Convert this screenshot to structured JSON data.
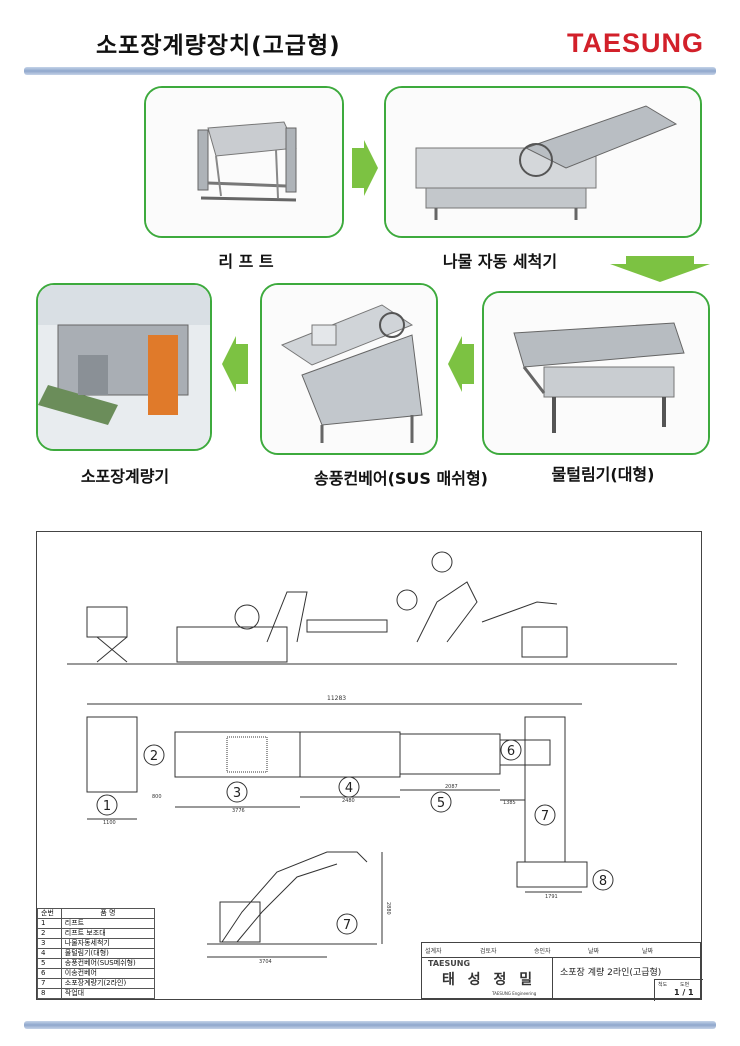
{
  "header": {
    "title": "소포장계량장치(고급형)",
    "logo": "TAESUNG"
  },
  "steps": [
    {
      "label": "리 프 트"
    },
    {
      "label": "나물 자동 세척기"
    },
    {
      "label": "물털림기(대형)"
    },
    {
      "label": "송풍컨베어(SUS 매쉬형)"
    },
    {
      "label": "소포장계량기"
    }
  ],
  "drawing": {
    "dimensions": {
      "total": "11283",
      "d1": "1100",
      "d2": "800",
      "d3": "3776",
      "d4": "2480",
      "d5": "2087",
      "d6": "1385",
      "d7": "1791",
      "d8": "3704",
      "d9": "2880"
    },
    "markers": [
      "1",
      "2",
      "3",
      "4",
      "5",
      "6",
      "7",
      "8"
    ],
    "legend": {
      "header": [
        "순번",
        "품 명"
      ],
      "rows": [
        [
          "1",
          "리프트"
        ],
        [
          "2",
          "리프트 보조대"
        ],
        [
          "3",
          "나물자동세척기"
        ],
        [
          "4",
          "물털림기(대형)"
        ],
        [
          "5",
          "송풍컨베어(SUS메쉬형)"
        ],
        [
          "6",
          "이송컨베어"
        ],
        [
          "7",
          "소포장계량기(2라인)"
        ],
        [
          "8",
          "작업대"
        ]
      ]
    },
    "title_block": {
      "fields": [
        "설계자",
        "검토자",
        "승인자",
        "날짜",
        "날짜"
      ],
      "company_logo": "TAESUNG",
      "company_name": "태 성 정 밀",
      "company_sub": "TAESUNG Engineering",
      "drawing_title": "소포장 계량 2라인(고급형)",
      "unit_label": "척도",
      "sheet_label": "도번",
      "sheet": "1 / 1"
    }
  },
  "colors": {
    "brand": "#d2202a",
    "card_border": "#3daa3d",
    "arrow": "#7cc242"
  }
}
